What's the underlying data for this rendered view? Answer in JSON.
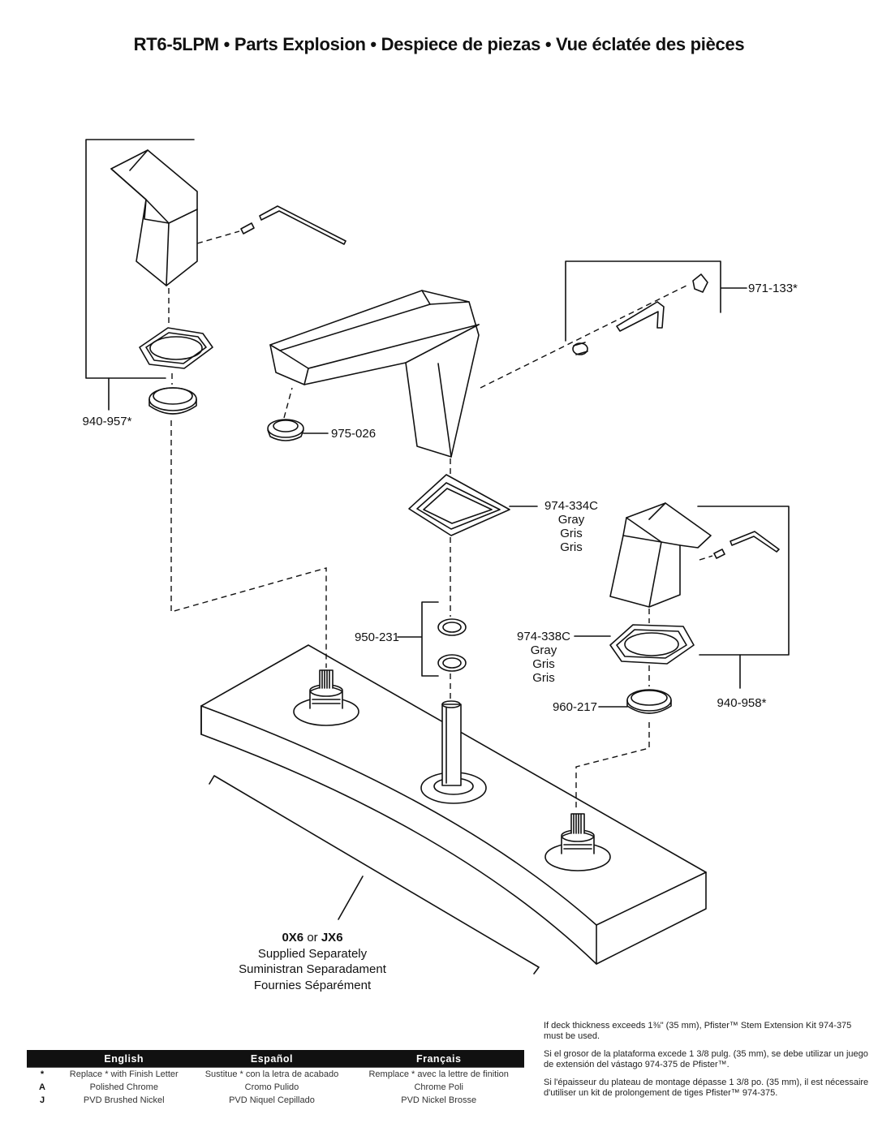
{
  "title": "RT6-5LPM • Parts Explosion • Despiece de piezas • Vue éclatée des pièces",
  "parts": {
    "handle_left": "940-957*",
    "wrench_kit": "971-133*",
    "aerator": "975-026",
    "spout_gasket": {
      "number": "974-334C",
      "colors": [
        "Gray",
        "Gris",
        "Gris"
      ]
    },
    "o_rings": "950-231",
    "handle_gasket": {
      "number": "974-338C",
      "colors": [
        "Gray",
        "Gris",
        "Gris"
      ]
    },
    "escutcheon_ring": "960-217",
    "handle_right": "940-958*"
  },
  "valve_body": {
    "part_a": "0X6",
    "joiner": "or",
    "part_b": "JX6",
    "lines": [
      "Supplied Separately",
      "Suministran Separadament",
      "Fournies Séparément"
    ]
  },
  "notes": {
    "en": "If deck thickness exceeds 1⅜\" (35 mm), Pfister™ Stem Extension Kit 974-375 must be used.",
    "es": "Si el grosor de la plataforma excede 1 3/8 pulg. (35 mm), se debe utilizar un juego de extensión del vástago 974-375 de Pfister™.",
    "fr": "Si l'épaisseur du plateau de montage dépasse 1 3/8 po. (35 mm), il est nécessaire d'utiliser un kit de prolongement de tiges Pfister™ 974-375."
  },
  "legend": {
    "headers": [
      "English",
      "Español",
      "Français"
    ],
    "rows": [
      {
        "code": "*",
        "en": "Replace * with Finish Letter",
        "es": "Sustitue * con la letra de acabado",
        "fr": "Remplace * avec la lettre de finition"
      },
      {
        "code": "A",
        "en": "Polished Chrome",
        "es": "Cromo Pulido",
        "fr": "Chrome Poli"
      },
      {
        "code": "J",
        "en": "PVD Brushed Nickel",
        "es": "PVD Niquel Cepillado",
        "fr": "PVD Nickel Brosse"
      }
    ]
  }
}
